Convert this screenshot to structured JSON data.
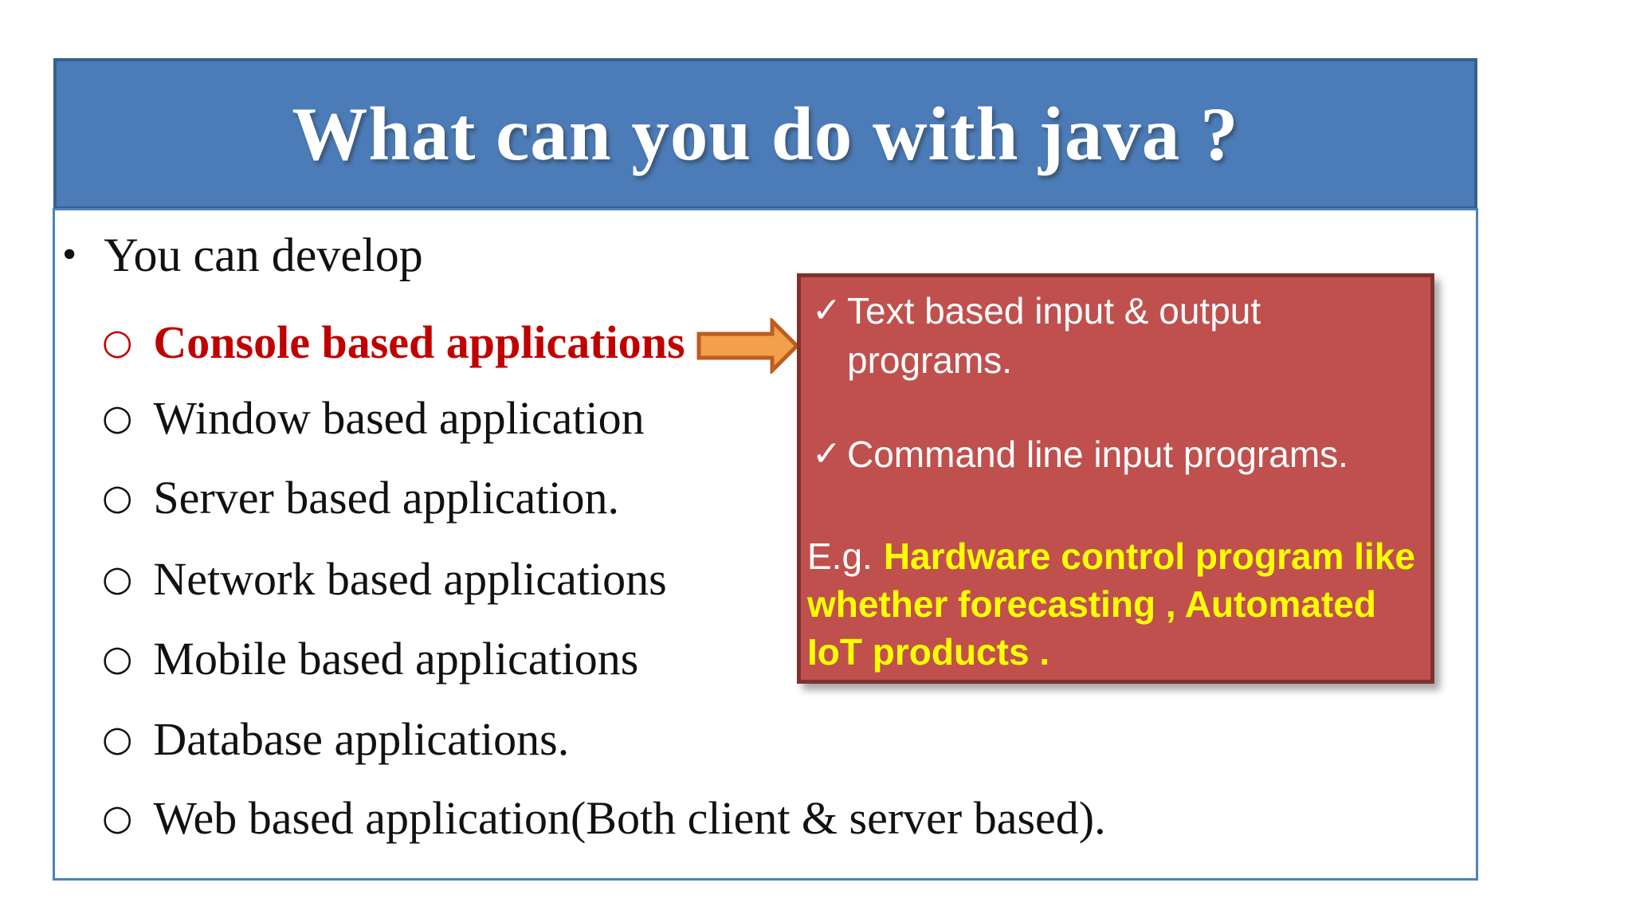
{
  "slide": {
    "title": "What can you do with java ?",
    "intro_bullet": "You can develop",
    "list": [
      {
        "label": "Console based applications",
        "highlight": true
      },
      {
        "label": "Window based application",
        "highlight": false
      },
      {
        "label": "Server based application.",
        "highlight": false
      },
      {
        "label": "Network based applications",
        "highlight": false
      },
      {
        "label": "Mobile based applications",
        "highlight": false
      },
      {
        "label": "Database applications.",
        "highlight": false
      },
      {
        "label": "Web based application(Both client & server based).",
        "highlight": false
      }
    ],
    "callout": {
      "check1_line1": "Text based input & output",
      "check1_line2": "programs.",
      "check2": "Command line input programs.",
      "eg_prefix": "E.g.",
      "eg_line1": "Hardware control program like",
      "eg_line2": "whether forecasting , Automated",
      "eg_line3": "IoT products ."
    },
    "icons": {
      "check": "✓",
      "bullet": "•",
      "circle": "○"
    },
    "colors": {
      "title_bar_fill": "#4c7cb8",
      "title_bar_border": "#365f92",
      "content_border": "#4f81bd",
      "callout_fill": "#c0504d",
      "callout_border": "#7e3230",
      "highlight_text": "#c00000",
      "arrow_fill": "#f2a04b",
      "arrow_border": "#be5d1e",
      "eg_text": "#ffff00"
    }
  }
}
